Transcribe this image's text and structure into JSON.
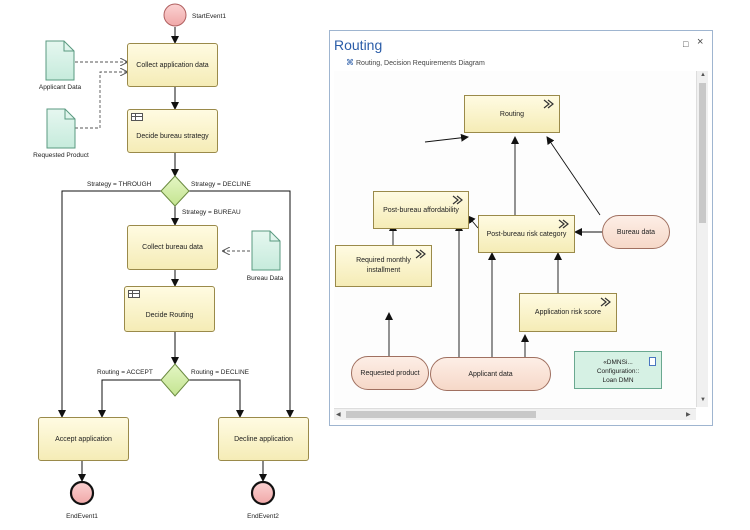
{
  "bpmn": {
    "start_event": "StartEvent1",
    "end_event_1": "EndEvent1",
    "end_event_2": "EndEvent2",
    "tasks": {
      "collect_application": "Collect application data",
      "decide_bureau": "Decide bureau strategy",
      "collect_bureau": "Collect bureau data",
      "decide_routing": "Decide Routing",
      "accept": "Accept application",
      "decline": "Decline application"
    },
    "data_objects": {
      "applicant": "Applicant Data",
      "product": "Requested Product",
      "bureau": "Bureau Data"
    },
    "conditions": {
      "through": "Strategy = THROUGH",
      "decline_strategy": "Strategy = DECLINE",
      "bureau": "Strategy = BUREAU",
      "accept": "Routing = ACCEPT",
      "decline_routing": "Routing = DECLINE"
    }
  },
  "window": {
    "title": "Routing",
    "subtitle": "Routing,  Decision Requirements Diagram",
    "minimize_glyph": "□",
    "close_glyph": "×"
  },
  "dmn": {
    "decisions": {
      "routing": "Routing",
      "affordability": "Post-bureau affordability",
      "risk_category": "Post-bureau risk category",
      "monthly": "Required monthly installment",
      "risk_score": "Application risk score"
    },
    "inputs": {
      "requested_product": "Requested product",
      "applicant_data": "Applicant data",
      "bureau_data": "Bureau data"
    },
    "note": {
      "line1": "«DMNSi...",
      "line2": "Configuration::",
      "line3": "Loan DMN"
    }
  }
}
